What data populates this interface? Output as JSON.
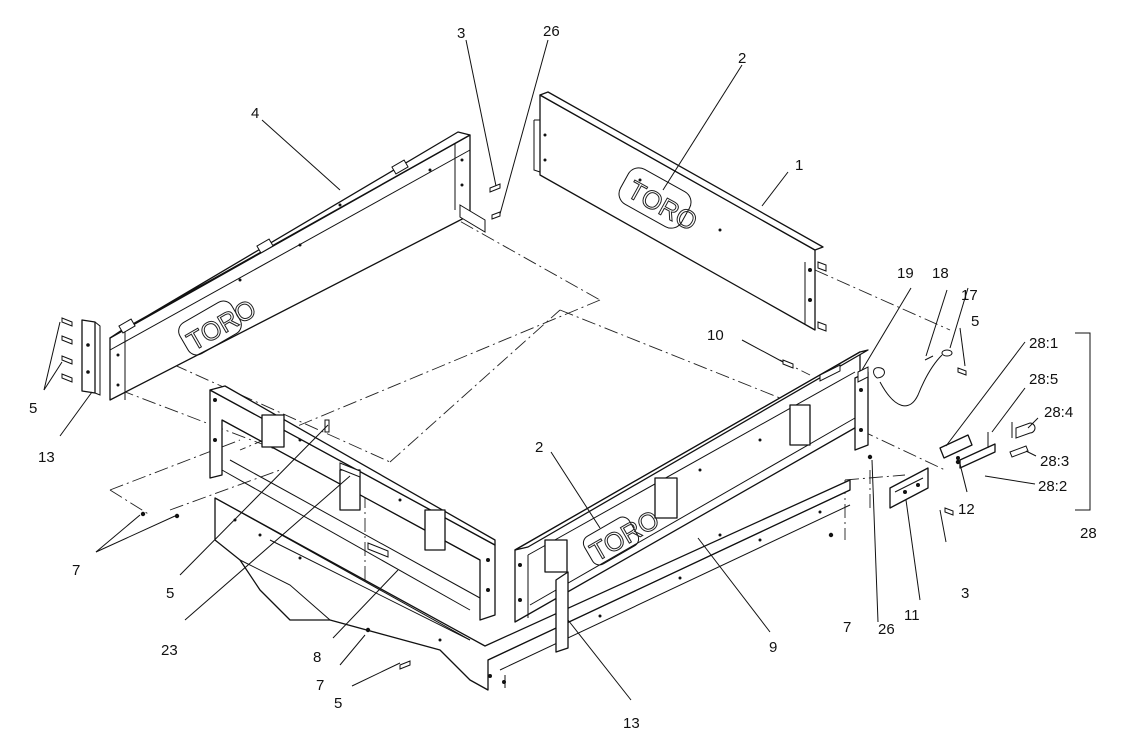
{
  "callouts": [
    {
      "id": "c1",
      "text": "1"
    },
    {
      "id": "c2a",
      "text": "2"
    },
    {
      "id": "c2b",
      "text": "2"
    },
    {
      "id": "c3a",
      "text": "3"
    },
    {
      "id": "c3b",
      "text": "3"
    },
    {
      "id": "c4",
      "text": "4"
    },
    {
      "id": "c5a",
      "text": "5"
    },
    {
      "id": "c5b",
      "text": "5"
    },
    {
      "id": "c5c",
      "text": "5"
    },
    {
      "id": "c5d",
      "text": "5"
    },
    {
      "id": "c7a",
      "text": "7"
    },
    {
      "id": "c7b",
      "text": "7"
    },
    {
      "id": "c7c",
      "text": "7"
    },
    {
      "id": "c8",
      "text": "8"
    },
    {
      "id": "c9",
      "text": "9"
    },
    {
      "id": "c10",
      "text": "10"
    },
    {
      "id": "c11",
      "text": "11"
    },
    {
      "id": "c12",
      "text": "12"
    },
    {
      "id": "c13a",
      "text": "13"
    },
    {
      "id": "c13b",
      "text": "13"
    },
    {
      "id": "c17",
      "text": "17"
    },
    {
      "id": "c18",
      "text": "18"
    },
    {
      "id": "c19",
      "text": "19"
    },
    {
      "id": "c23",
      "text": "23"
    },
    {
      "id": "c26a",
      "text": "26"
    },
    {
      "id": "c26b",
      "text": "26"
    },
    {
      "id": "c28",
      "text": "28"
    },
    {
      "id": "c28_1",
      "text": "28:1"
    },
    {
      "id": "c28_2",
      "text": "28:2"
    },
    {
      "id": "c28_3",
      "text": "28:3"
    },
    {
      "id": "c28_4",
      "text": "28:4"
    },
    {
      "id": "c28_5",
      "text": "28:5"
    }
  ],
  "logo_text": "TORO"
}
